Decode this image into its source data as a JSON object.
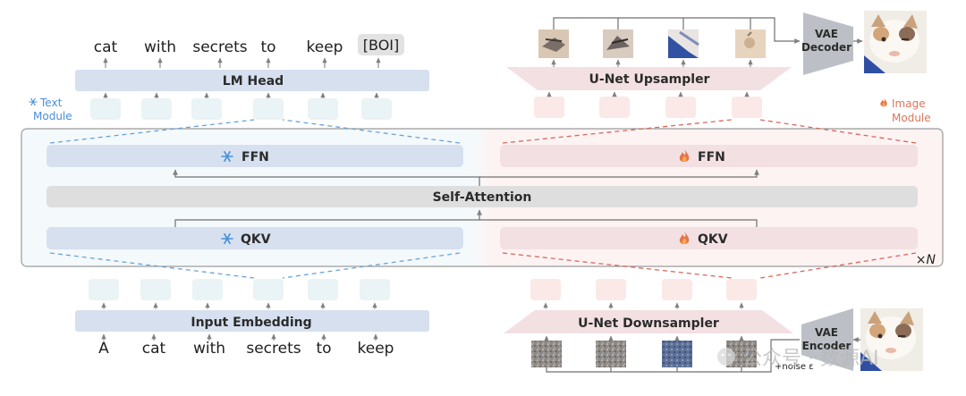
{
  "text_module": {
    "label": "Text\nModule",
    "output_tokens": [
      "cat",
      "with",
      "secrets",
      "to",
      "keep",
      "[BOI]"
    ],
    "lm_head": "LM Head",
    "input_embedding": "Input Embedding",
    "input_tokens": [
      "A",
      "cat",
      "with",
      "secrets",
      "to",
      "keep"
    ]
  },
  "image_module": {
    "label": "Image\nModule",
    "upsampler": "U-Net Upsampler",
    "downsampler": "U-Net Downsampler",
    "vae_decoder": "VAE\nDecoder",
    "vae_encoder": "VAE\nEncoder",
    "noise": "+noise ε"
  },
  "transformer_block": {
    "ffn": "FFN",
    "self_attention": "Self-Attention",
    "qkv": "QKV",
    "repeat": "×N"
  },
  "icons": {
    "frozen": "snowflake-icon",
    "trainable": "fire-icon"
  },
  "colors": {
    "text_blue": "#d6e0ef",
    "image_pink": "#f3e0e3",
    "attention_gray": "#dedede",
    "token_box": "#eaf3f5",
    "image_token_box": "#fae9e6",
    "text_dash": "#6aa3d8",
    "image_dash": "#d9665a"
  },
  "watermark": "公众号 · 数源AI"
}
